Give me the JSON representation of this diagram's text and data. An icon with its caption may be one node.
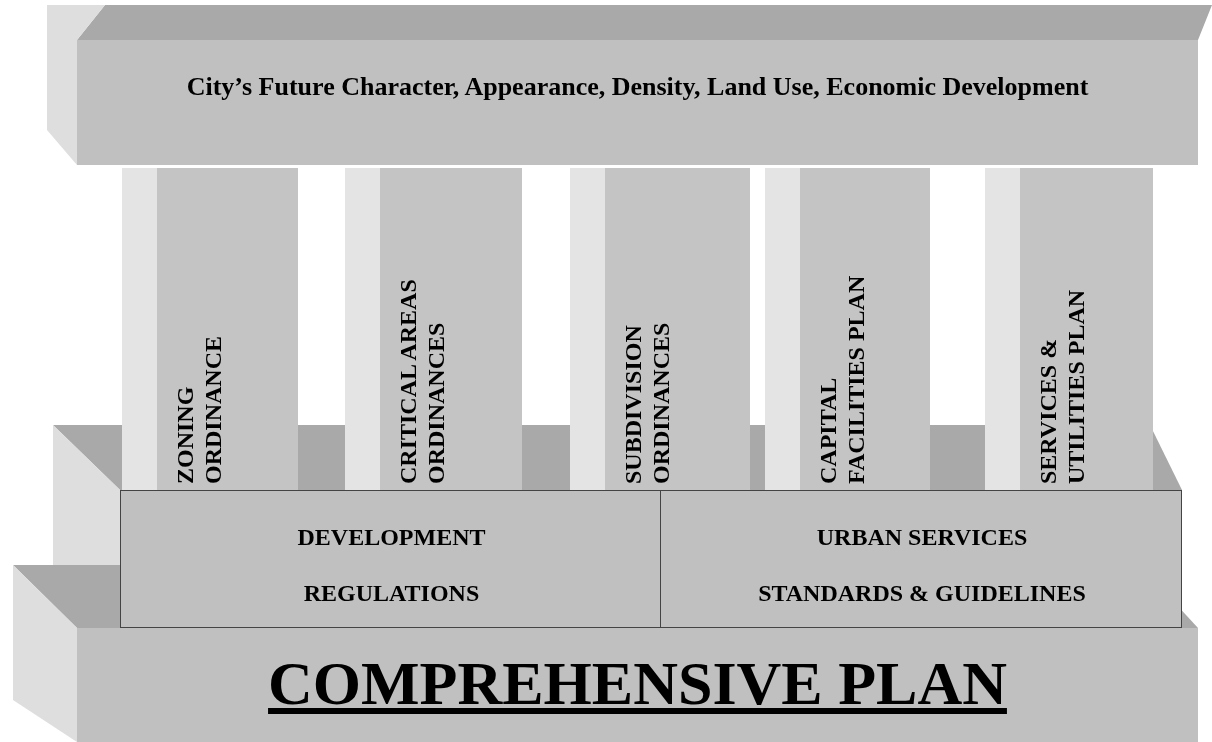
{
  "diagram": {
    "nodes": [
      {
        "text": [
          "City’s Future Character, Appearance, Density, Land Use, Economic Development"
        ]
      },
      {
        "text": [
          "ZONING ORDINANCE"
        ]
      },
      {
        "text": [
          "CRITICAL AREAS ORDINANCES"
        ]
      },
      {
        "text": [
          "SUBDIVISION ORDINANCES"
        ]
      },
      {
        "text": [
          "CAPITAL FACILITIES PLAN"
        ]
      },
      {
        "text": [
          "SERVICES & UTILITIES PLAN"
        ]
      },
      {
        "text": [
          "DEVELOPMENT REGULATIONS"
        ]
      },
      {
        "text": [
          "URBAN SERVICES STANDARDS & GUIDELINES"
        ]
      },
      {
        "text": [
          "COMPREHENSIVE PLAN"
        ]
      }
    ]
  }
}
